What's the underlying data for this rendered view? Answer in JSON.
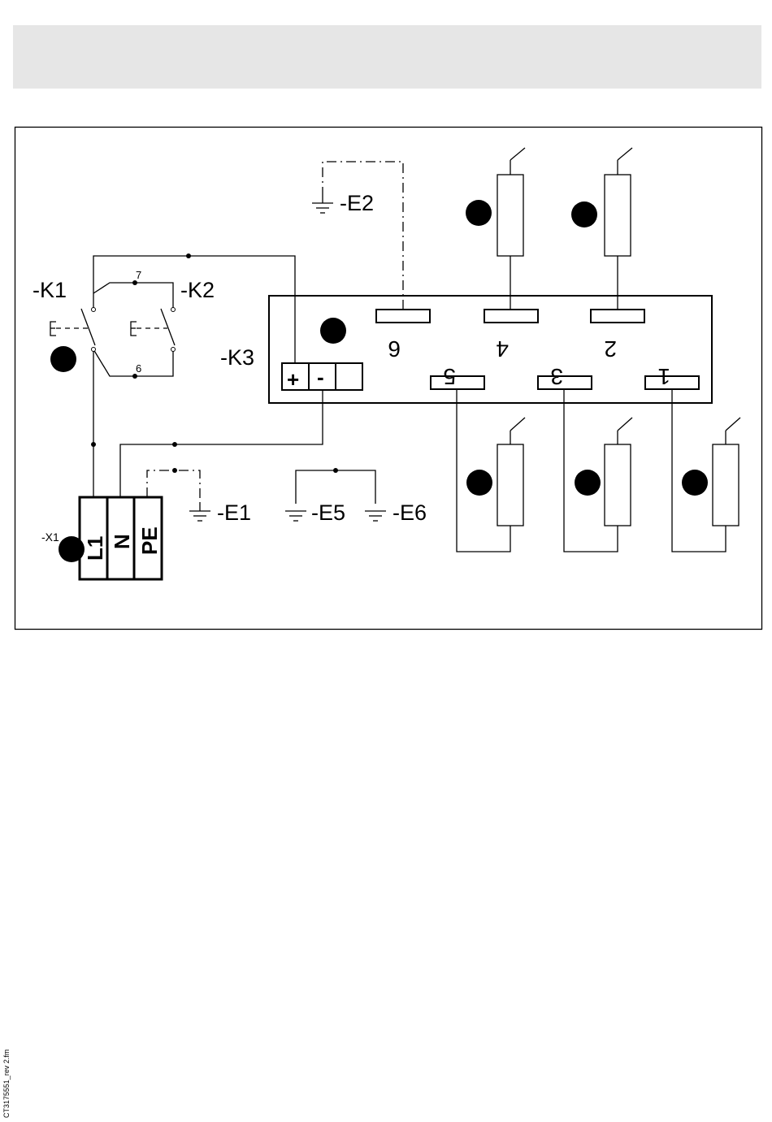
{
  "labels": {
    "K1": "-K1",
    "K2": "-K2",
    "K3": "-K3",
    "E1": "-E1",
    "E2": "-E2",
    "E5": "-E5",
    "E6": "-E6",
    "X1": "-X1"
  },
  "switch_points": {
    "top": "7",
    "bottom": "6"
  },
  "actuator_letter": "E",
  "controller_terminals": [
    "+",
    "-",
    ""
  ],
  "controller_pins": {
    "top": [
      "6",
      "4",
      "2"
    ],
    "bottom": [
      "5",
      "3",
      "1"
    ]
  },
  "mains_terminals": [
    "L1",
    "N",
    "PE"
  ],
  "footer_code": "CT3175551_rev 2.fm"
}
